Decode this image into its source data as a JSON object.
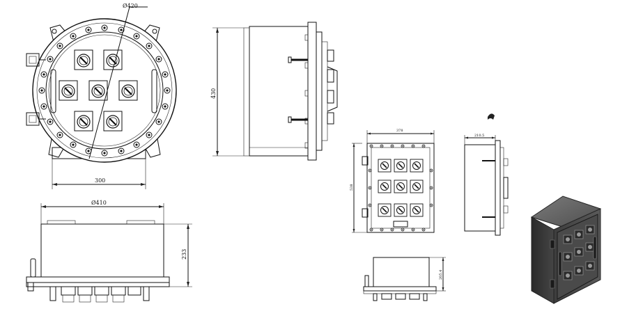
{
  "drawing": {
    "front_view": {
      "diameter_label": "Ø420",
      "width_label": "300"
    },
    "side_view": {
      "height_label": "430"
    },
    "bottom_view": {
      "diameter_label": "Ø410",
      "height_label": "233"
    },
    "small_front_view": {
      "width_label": "378",
      "height_label": "538"
    },
    "small_side_view": {
      "depth_label": "210.5"
    },
    "small_bottom_view": {
      "height_label": "205.4"
    }
  }
}
